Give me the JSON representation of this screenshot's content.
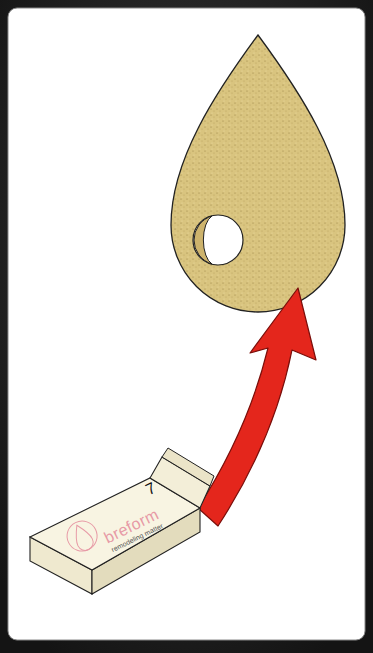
{
  "diagram": {
    "nodes": [
      {
        "text": [
          "7",
          "breform",
          "remodeling matter"
        ]
      }
    ]
  }
}
